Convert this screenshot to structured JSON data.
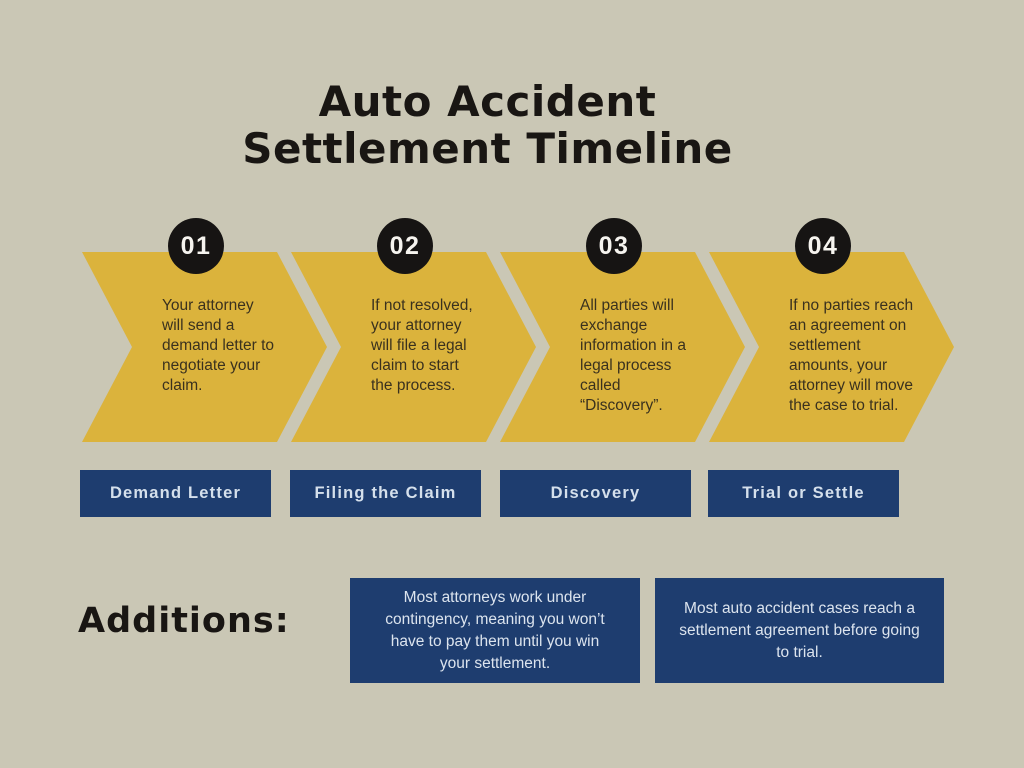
{
  "title": "Auto Accident\nSettlement Timeline",
  "colors": {
    "background": "#cac7b5",
    "chevron_gold": "#dbb33c",
    "navy": "#1e3d6f",
    "badge_black": "#161413",
    "text_on_gold": "#3a311e",
    "text_on_navy": "#dce4ee"
  },
  "steps": [
    {
      "number": "01",
      "description": "Your attorney\nwill send a\ndemand letter to\nnegotiate your\nclaim.",
      "label": "Demand Letter"
    },
    {
      "number": "02",
      "description": "If not resolved,\nyour attorney\nwill file a legal\nclaim to start\nthe process.",
      "label": "Filing the Claim"
    },
    {
      "number": "03",
      "description": "All parties will\nexchange\ninformation in a\nlegal process\ncalled\n“Discovery”.",
      "label": "Discovery"
    },
    {
      "number": "04",
      "description": "If no parties reach\nan agreement on\nsettlement\namounts, your\nattorney will move\nthe case to trial.",
      "label": "Trial or Settle"
    }
  ],
  "additions": {
    "heading": "Additions:",
    "notes": [
      "Most attorneys work under\ncontingency, meaning you won’t\nhave to pay them until you win\nyour settlement.",
      "Most auto accident cases reach a\nsettlement agreement before going\nto trial."
    ]
  }
}
